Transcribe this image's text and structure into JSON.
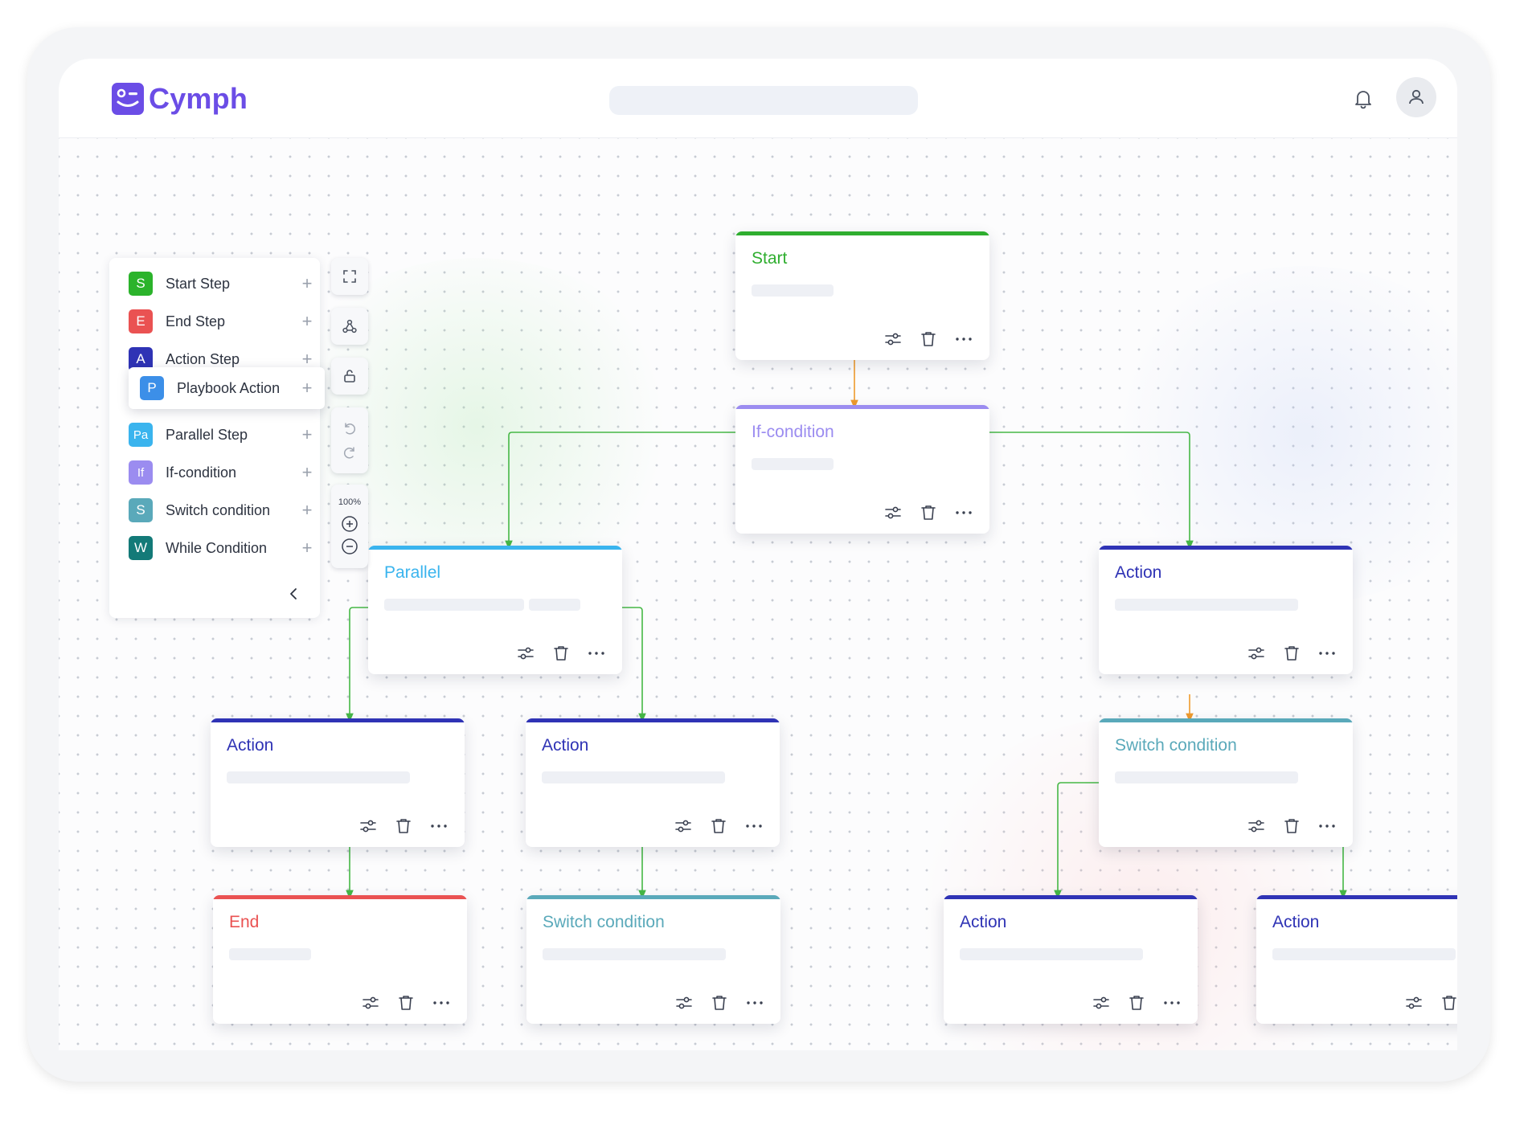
{
  "app": {
    "name": "Cymph"
  },
  "search": {
    "placeholder": ""
  },
  "palette": {
    "items": [
      {
        "badge": "S",
        "label": "Start Step",
        "color": "#2bb32b"
      },
      {
        "badge": "E",
        "label": "End Step",
        "color": "#ea5252"
      },
      {
        "badge": "A",
        "label": "Action Step",
        "color": "#2f33b5"
      },
      {
        "badge": "P",
        "label": "Playbook Action",
        "color": "#3c8fe8"
      },
      {
        "badge": "Pa",
        "label": "Parallel Step",
        "color": "#3ab4ee"
      },
      {
        "badge": "If",
        "label": "If-condition",
        "color": "#9b8cf0"
      },
      {
        "badge": "S",
        "label": "Switch condition",
        "color": "#5aa9ba"
      },
      {
        "badge": "W",
        "label": "While Condition",
        "color": "#137a78"
      }
    ]
  },
  "toolbar": {
    "zoom_level": "100%"
  },
  "nodes": [
    {
      "id": "start",
      "title": "Start",
      "color": "#2fae2f"
    },
    {
      "id": "if",
      "title": "If-condition",
      "color": "#9b8cf0"
    },
    {
      "id": "parallel",
      "title": "Parallel",
      "color": "#3ab4ee"
    },
    {
      "id": "action-right",
      "title": "Action",
      "color": "#2f33b5"
    },
    {
      "id": "action-left",
      "title": "Action",
      "color": "#2f33b5"
    },
    {
      "id": "action-mid",
      "title": "Action",
      "color": "#2f33b5"
    },
    {
      "id": "switch-right",
      "title": "Switch condition",
      "color": "#5aa9ba"
    },
    {
      "id": "end",
      "title": "End",
      "color": "#ea5252"
    },
    {
      "id": "switch-bottom",
      "title": "Switch condition",
      "color": "#5aa9ba"
    },
    {
      "id": "action-b3",
      "title": "Action",
      "color": "#2f33b5"
    },
    {
      "id": "action-b4",
      "title": "Action",
      "color": "#2f33b5"
    }
  ]
}
